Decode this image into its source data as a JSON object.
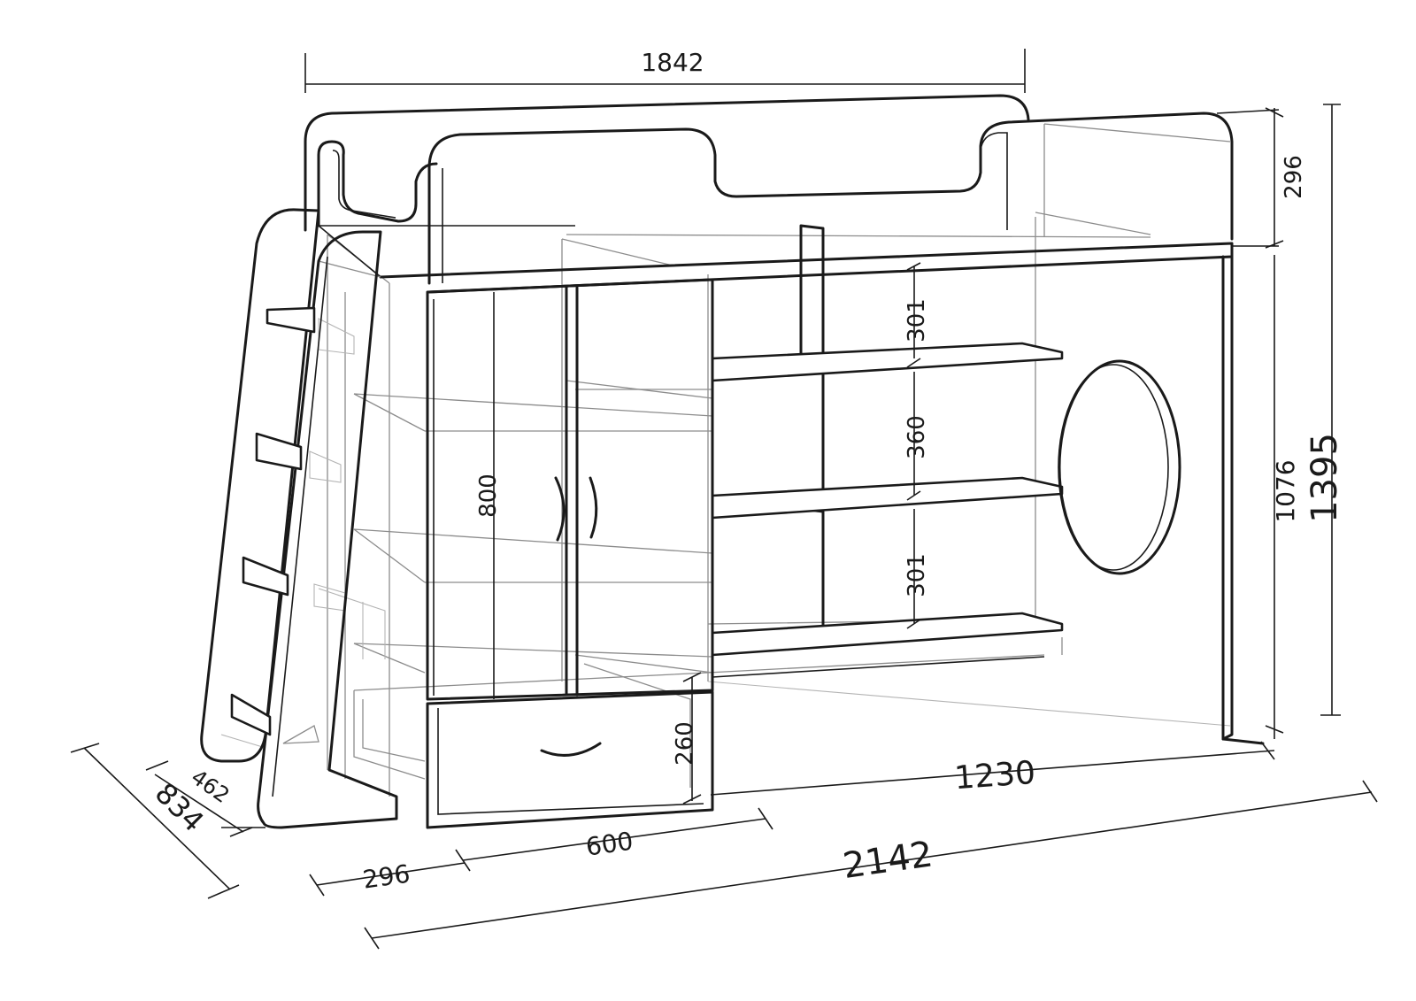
{
  "colors": {
    "ink": "#1a1a1a",
    "ghost": "#8c8c8c",
    "background": "#ffffff"
  },
  "dimensions": {
    "top_length": "1842",
    "rail_height": "296",
    "total_height": "1395",
    "bed_height": "1076",
    "shelf_top": "301",
    "shelf_middle": "360",
    "shelf_bottom": "301",
    "wardrobe_door": "800",
    "drawer_height": "260",
    "desk_length": "1230",
    "total_length": "2142",
    "wardrobe_width": "600",
    "ladder_offset": "296",
    "depth_total": "834",
    "depth_ladder": "462"
  }
}
